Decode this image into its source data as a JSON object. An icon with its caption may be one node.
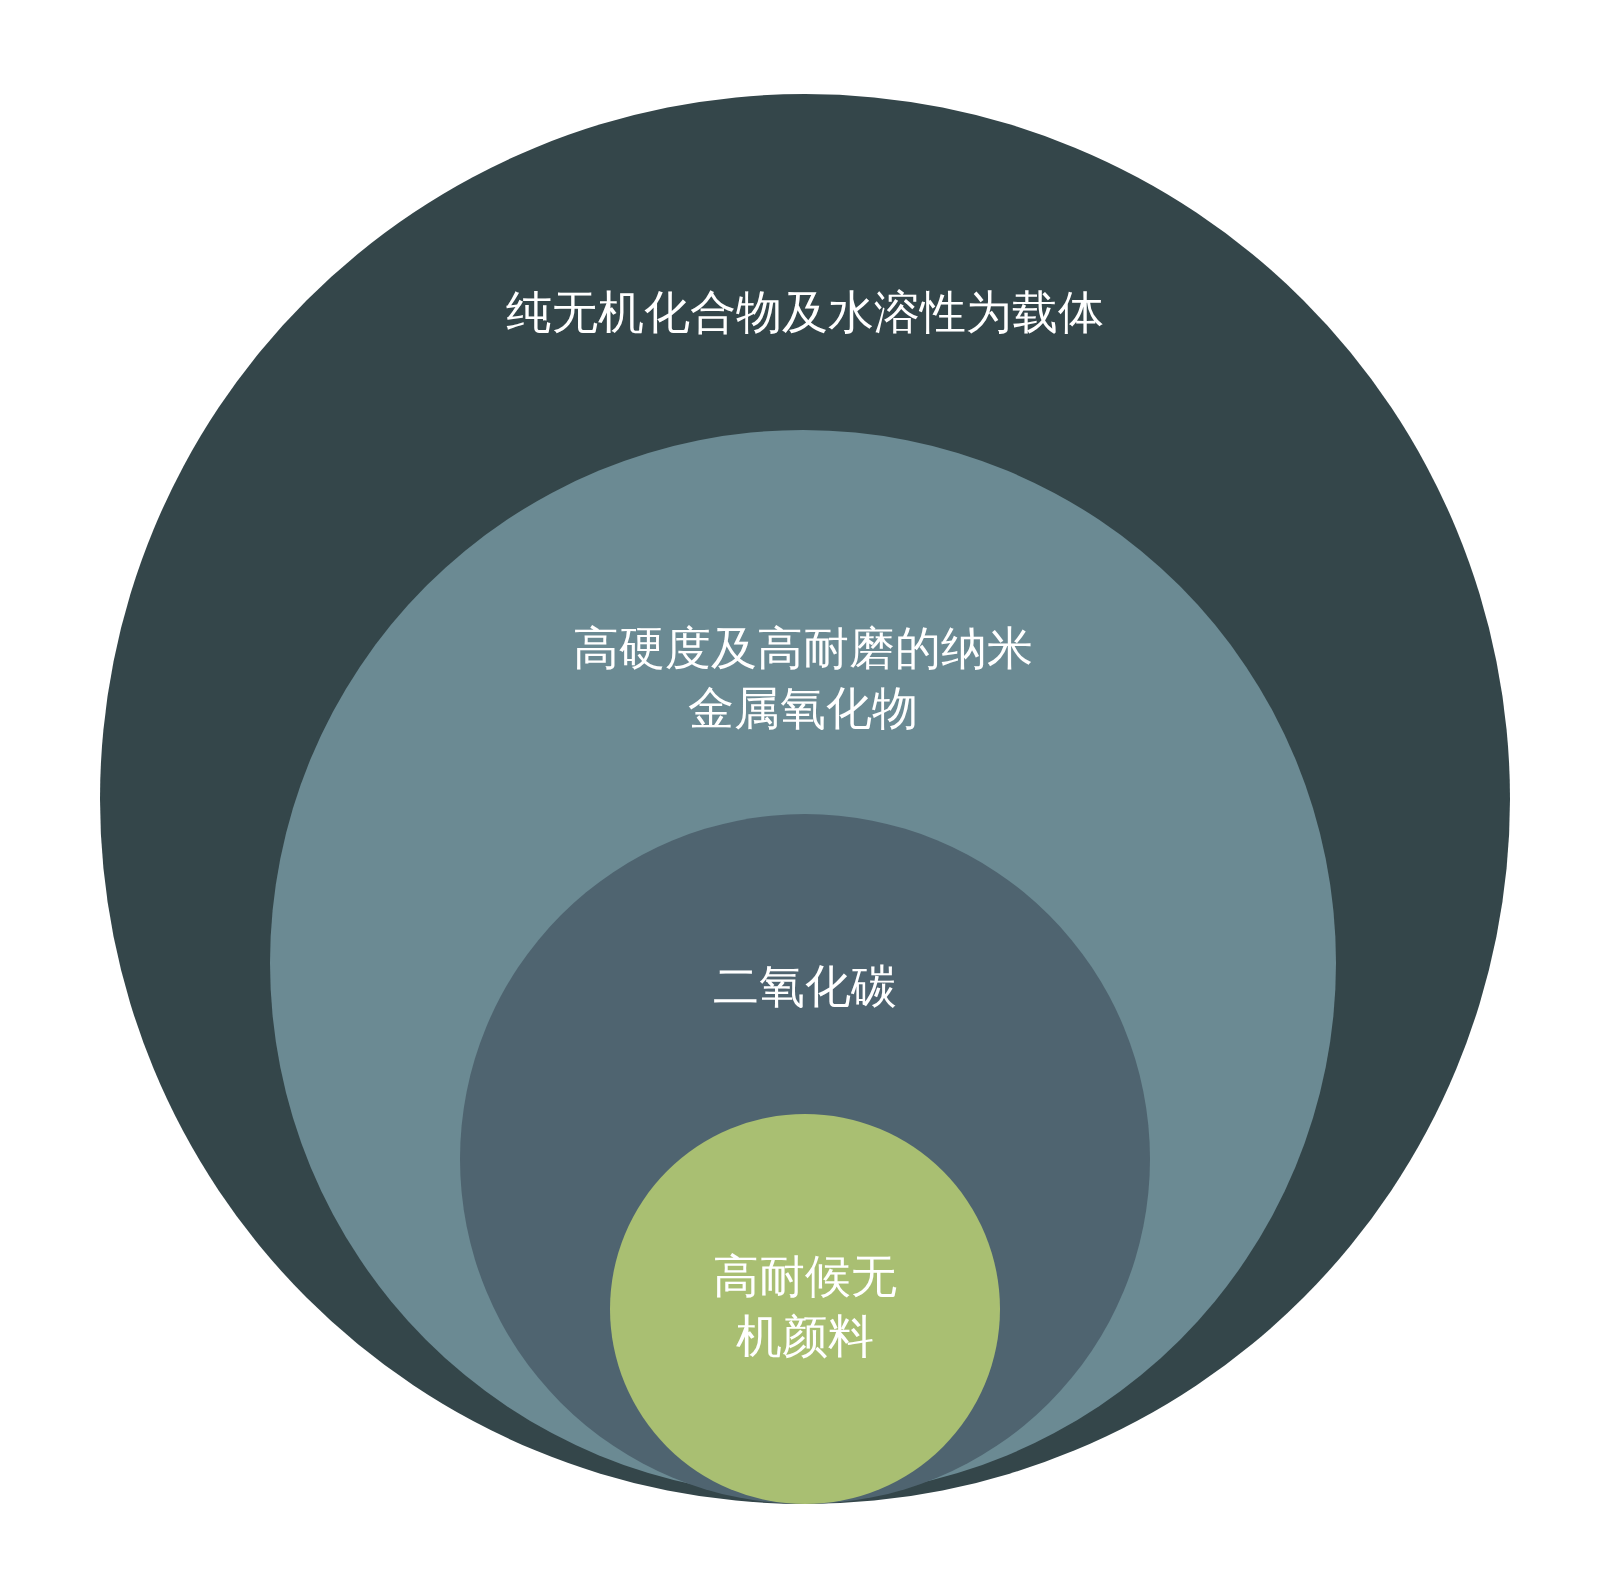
{
  "diagram": {
    "nodes": [
      {
        "text": [
          "纯无机化合物及水溶性为载体"
        ]
      },
      {
        "text": [
          "高硬度及高耐磨的纳米金属氧化物"
        ],
        "in": 0
      },
      {
        "text": [
          "二氧化碳"
        ],
        "in": 1
      },
      {
        "text": [
          "高耐候无机颜料"
        ],
        "in": 2
      }
    ]
  }
}
